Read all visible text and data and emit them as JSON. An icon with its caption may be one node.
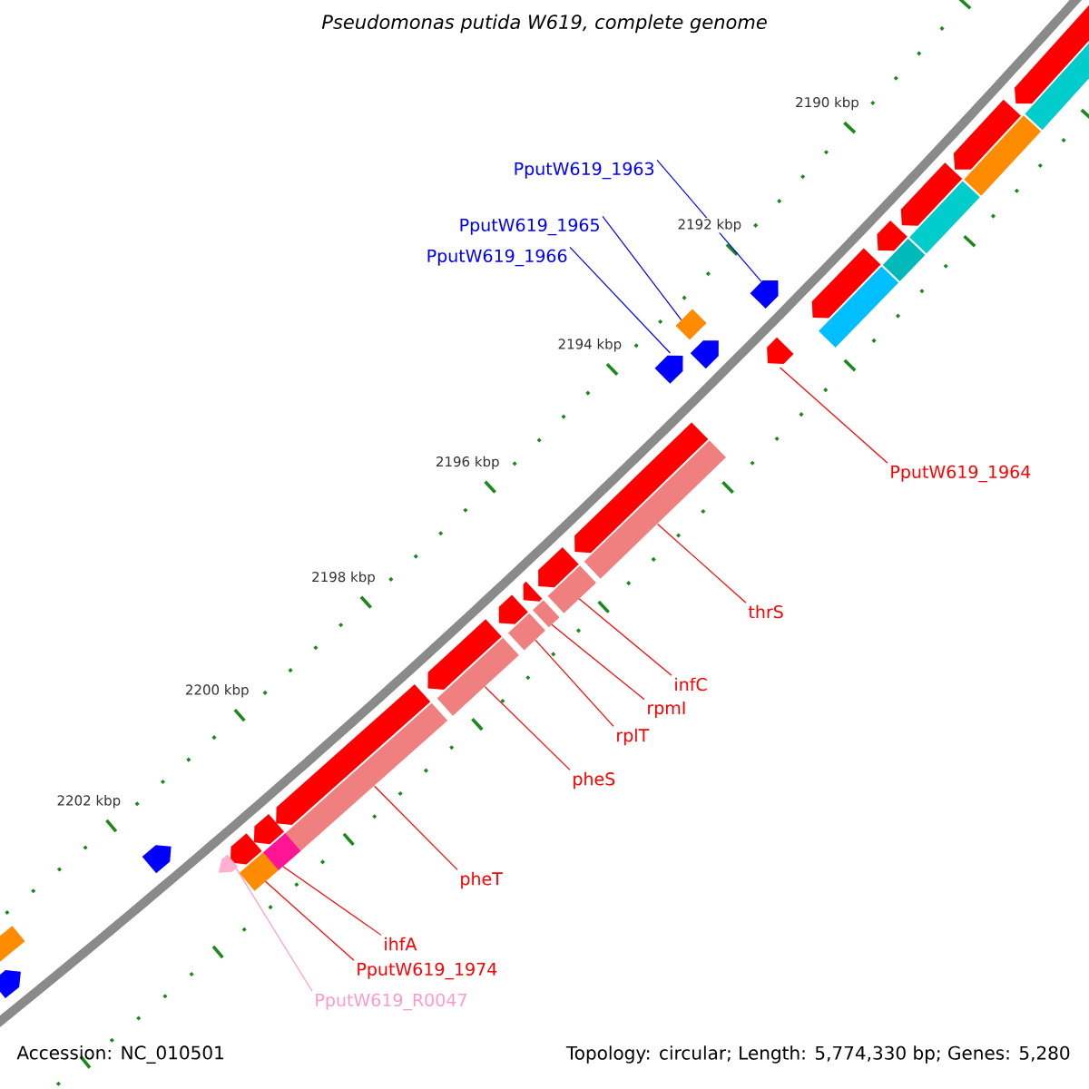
{
  "diagram": {
    "title": "Pseudomonas putida W619, complete genome",
    "nodes": [
      {
        "text": [
          "PputW619_1963"
        ]
      },
      {
        "text": [
          "PputW619_1965"
        ]
      },
      {
        "text": [
          "PputW619_1966"
        ]
      },
      {
        "text": [
          "PputW619_1964"
        ]
      },
      {
        "text": [
          "thrS"
        ]
      },
      {
        "text": [
          "infC"
        ]
      },
      {
        "text": [
          "rpmI"
        ]
      },
      {
        "text": [
          "rplT"
        ]
      },
      {
        "text": [
          "pheS"
        ]
      },
      {
        "text": [
          "pheT"
        ]
      },
      {
        "text": [
          "ihfA"
        ]
      },
      {
        "text": [
          "PputW619_1974"
        ]
      },
      {
        "text": [
          "PputW619_R0047"
        ]
      },
      {
        "text": [],
        "shape": "pentagon"
      },
      {
        "text": [],
        "shape": "bar"
      },
      {
        "text": [],
        "shape": "pentagon"
      },
      {
        "text": [],
        "shape": "bar"
      },
      {
        "text": [],
        "shape": "pentagon"
      },
      {
        "text": [],
        "shape": "bar"
      },
      {
        "text": [],
        "shape": "pentagon"
      },
      {
        "text": [],
        "shape": "bar"
      },
      {
        "text": [],
        "shape": "pentagon"
      },
      {
        "text": [],
        "shape": "pentagon"
      },
      {
        "text": [],
        "shape": "bar"
      },
      {
        "text": [],
        "shape": "diamond"
      },
      {
        "text": [],
        "shape": "pentagon"
      },
      {
        "text": [],
        "shape": "pentagon"
      },
      {
        "text": [],
        "shape": "pentagon"
      },
      {
        "text": [],
        "shape": "pentagon"
      },
      {
        "text": [],
        "shape": "bar"
      },
      {
        "text": [],
        "shape": "pentagon"
      },
      {
        "text": [],
        "shape": "bar"
      },
      {
        "text": [],
        "shape": "pentagon"
      },
      {
        "text": [],
        "shape": "bar"
      },
      {
        "text": [],
        "shape": "pentagon"
      },
      {
        "text": [],
        "shape": "bar"
      },
      {
        "text": [],
        "shape": "pentagon"
      },
      {
        "text": [],
        "shape": "bar"
      },
      {
        "text": [],
        "shape": "pentagon"
      },
      {
        "text": [],
        "shape": "bar"
      },
      {
        "text": [],
        "shape": "pentagon"
      },
      {
        "text": [],
        "shape": "bar"
      },
      {
        "text": [],
        "shape": "pentagon"
      },
      {
        "text": [],
        "shape": "bar"
      },
      {
        "text": [],
        "shape": "pentagon"
      },
      {
        "text": [],
        "shape": "pentagon"
      },
      {
        "text": [],
        "shape": "bar"
      },
      {
        "text": [],
        "shape": "pentagon"
      }
    ],
    "edges": [
      {
        "from": 0,
        "to": 22,
        "arrow": "none",
        "color": "#0000ff"
      },
      {
        "from": 1,
        "to": 24,
        "arrow": "none",
        "color": "#0000ff"
      },
      {
        "from": 2,
        "to": 27,
        "arrow": "none",
        "color": "#0000ff"
      },
      {
        "from": 3,
        "to": 26,
        "arrow": "none"
      },
      {
        "from": 4,
        "to": 29,
        "arrow": "none"
      },
      {
        "from": 5,
        "to": 31,
        "arrow": "none"
      },
      {
        "from": 6,
        "to": 33,
        "arrow": "none"
      },
      {
        "from": 7,
        "to": 35,
        "arrow": "none"
      },
      {
        "from": 8,
        "to": 37,
        "arrow": "none"
      },
      {
        "from": 9,
        "to": 39,
        "arrow": "none"
      },
      {
        "from": 10,
        "to": 41,
        "arrow": "none"
      },
      {
        "from": 11,
        "to": 43,
        "arrow": "none"
      },
      {
        "from": 12,
        "to": 45,
        "arrow": "none",
        "color": "#ff99cc"
      }
    ],
    "labels": [
      "2190 kbp",
      "2192 kbp",
      "2194 kbp",
      "2196 kbp",
      "2198 kbp",
      "2200 kbp",
      "2202 kbp",
      "Accession: NC_010501",
      "Topology: circular; Length: 5,774,330 bp; Genes: 5,280"
    ]
  }
}
